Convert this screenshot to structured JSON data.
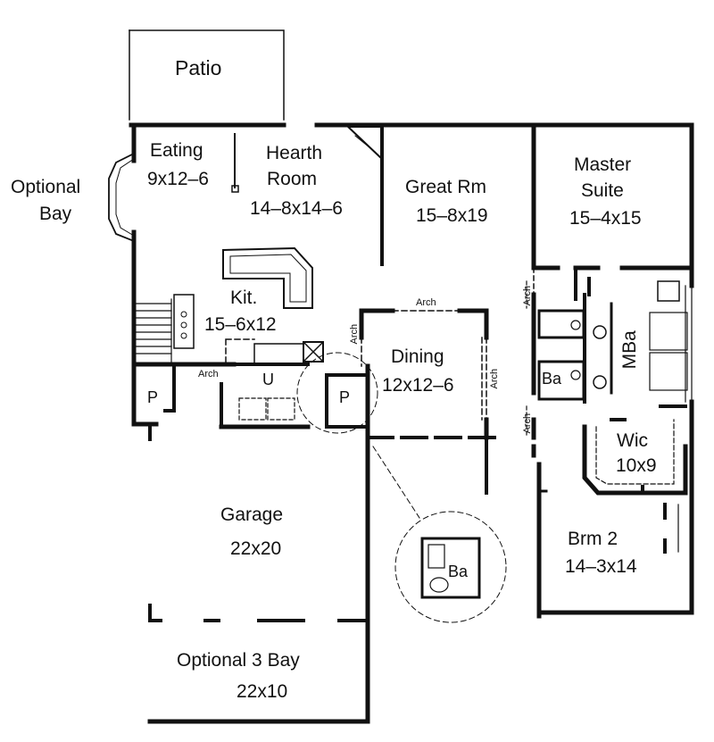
{
  "rooms": {
    "patio": "Patio",
    "eating": {
      "name": "Eating",
      "dims": "9x12–6"
    },
    "hearth": {
      "name": "Hearth",
      "name2": "Room",
      "dims": "14–8x14–6"
    },
    "great": {
      "name": "Great Rm",
      "dims": "15–8x19"
    },
    "master": {
      "name": "Master",
      "name2": "Suite",
      "dims": "15–4x15"
    },
    "optional_bay": {
      "line1": "Optional",
      "line2": "Bay"
    },
    "kitchen": {
      "name": "Kit.",
      "dims": "15–6x12"
    },
    "dining": {
      "name": "Dining",
      "dims": "12x12–6"
    },
    "pantry_left": "P",
    "utility": "U",
    "pantry_right": "P",
    "bath": "Ba",
    "master_bath": "MBa",
    "wic": {
      "name": "Wic",
      "dims": "10x9"
    },
    "garage": {
      "name": "Garage",
      "dims": "22x20"
    },
    "bedroom2": {
      "name": "Brm  2",
      "dims": "14–3x14"
    },
    "optional3": {
      "name": "Optional 3  Bay",
      "dims": "22x10"
    },
    "inset_bath": "Ba"
  },
  "arches": {
    "kitchen_arch": "Arch",
    "dining_top": "Arch",
    "dining_left": "Arch",
    "dining_right": "Arch",
    "master_left": "Arch",
    "hall_left": "Arch"
  }
}
